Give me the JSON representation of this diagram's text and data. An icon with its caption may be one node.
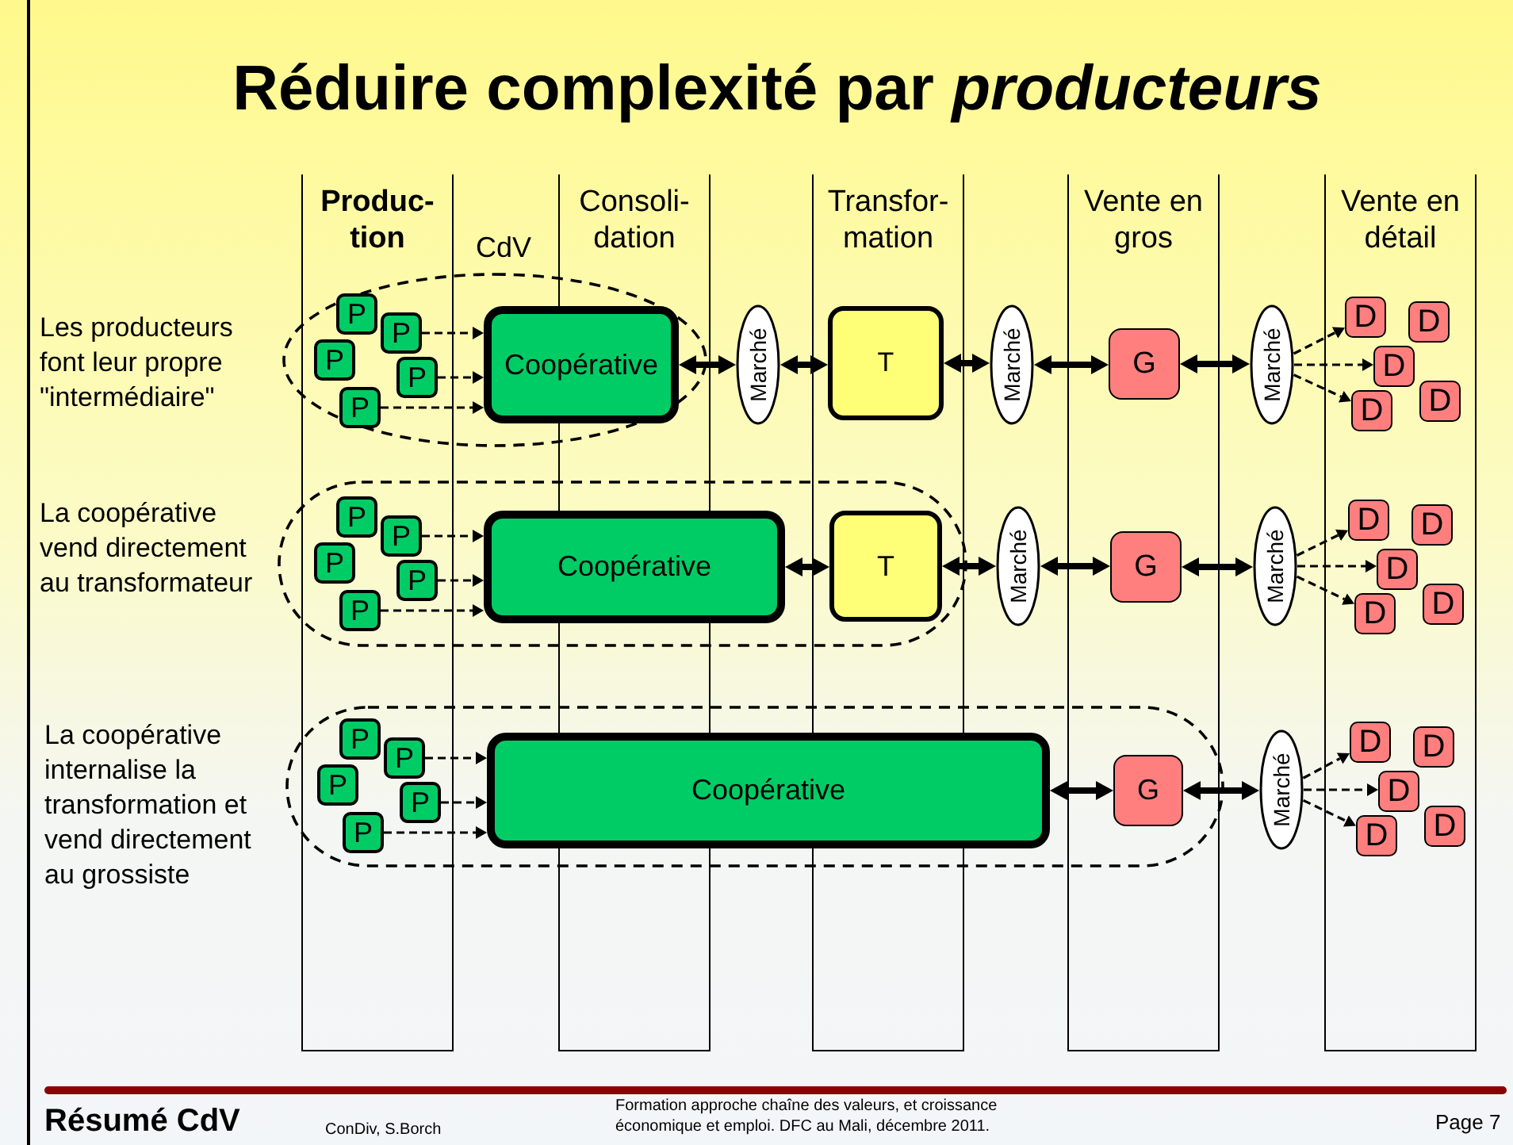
{
  "diagram": {
    "title": "Réduire complexité par *producteurs*",
    "nodes": [
      {
        "text": [
          "CdV"
        ]
      },
      {
        "text": [
          "P"
        ],
        "in": 0
      },
      {
        "text": [
          "P"
        ],
        "in": 0
      },
      {
        "text": [
          "P"
        ],
        "in": 0
      },
      {
        "text": [
          "P"
        ],
        "in": 0
      },
      {
        "text": [
          "P"
        ],
        "in": 0
      },
      {
        "text": [
          "Coopérative"
        ],
        "in": 0
      },
      {
        "text": [
          "Marché"
        ]
      },
      {
        "text": [
          "T"
        ]
      },
      {
        "text": [
          "Marché"
        ]
      },
      {
        "text": [
          "G"
        ]
      },
      {
        "text": [
          "Marché"
        ]
      },
      {
        "text": [
          "D"
        ]
      },
      {
        "text": [
          "D"
        ]
      },
      {
        "text": [
          "D"
        ]
      },
      {
        "text": [
          "D"
        ]
      },
      {
        "text": [
          "D"
        ]
      },
      {
        "text": [],
        "shape": "outline"
      },
      {
        "text": [
          "P"
        ],
        "in": 17
      },
      {
        "text": [
          "P"
        ],
        "in": 17
      },
      {
        "text": [
          "P"
        ],
        "in": 17
      },
      {
        "text": [
          "P"
        ],
        "in": 17
      },
      {
        "text": [
          "P"
        ],
        "in": 17
      },
      {
        "text": [
          "Coopérative"
        ],
        "in": 17
      },
      {
        "text": [
          "T"
        ],
        "in": 17
      },
      {
        "text": [
          "Marché"
        ]
      },
      {
        "text": [
          "G"
        ]
      },
      {
        "text": [
          "Marché"
        ]
      },
      {
        "text": [
          "D"
        ]
      },
      {
        "text": [
          "D"
        ]
      },
      {
        "text": [
          "D"
        ]
      },
      {
        "text": [
          "D"
        ]
      },
      {
        "text": [
          "D"
        ]
      },
      {
        "text": [],
        "shape": "outline"
      },
      {
        "text": [
          "P"
        ],
        "in": 33
      },
      {
        "text": [
          "P"
        ],
        "in": 33
      },
      {
        "text": [
          "P"
        ],
        "in": 33
      },
      {
        "text": [
          "P"
        ],
        "in": 33
      },
      {
        "text": [
          "P"
        ],
        "in": 33
      },
      {
        "text": [
          "Coopérative"
        ],
        "in": 33
      },
      {
        "text": [
          "G"
        ],
        "in": 33
      },
      {
        "text": [
          "Marché"
        ]
      },
      {
        "text": [
          "D"
        ]
      },
      {
        "text": [
          "D"
        ]
      },
      {
        "text": [
          "D"
        ]
      },
      {
        "text": [
          "D"
        ]
      },
      {
        "text": [
          "D"
        ]
      }
    ],
    "edges": [
      {
        "from": 2,
        "to": 6,
        "arrow": "to",
        "style": "dashed"
      },
      {
        "from": 4,
        "to": 6,
        "arrow": "to",
        "style": "dashed"
      },
      {
        "from": 5,
        "to": 6,
        "arrow": "to",
        "style": "dashed"
      },
      {
        "from": 6,
        "to": 7,
        "arrow": "both",
        "style": "thick"
      },
      {
        "from": 7,
        "to": 8,
        "arrow": "both",
        "style": "thick"
      },
      {
        "from": 8,
        "to": 9,
        "arrow": "both",
        "style": "thick"
      },
      {
        "from": 9,
        "to": 10,
        "arrow": "both",
        "style": "thick"
      },
      {
        "from": 10,
        "to": 11,
        "arrow": "both",
        "style": "thick"
      },
      {
        "from": 11,
        "to": 12,
        "arrow": "to",
        "style": "dashed"
      },
      {
        "from": 11,
        "to": 14,
        "arrow": "to",
        "style": "dashed"
      },
      {
        "from": 11,
        "to": 15,
        "arrow": "to",
        "style": "dashed"
      },
      {
        "from": 19,
        "to": 23,
        "arrow": "to",
        "style": "dashed"
      },
      {
        "from": 21,
        "to": 23,
        "arrow": "to",
        "style": "dashed"
      },
      {
        "from": 22,
        "to": 23,
        "arrow": "to",
        "style": "dashed"
      },
      {
        "from": 23,
        "to": 24,
        "arrow": "both",
        "style": "thick"
      },
      {
        "from": 24,
        "to": 25,
        "arrow": "both",
        "style": "thick"
      },
      {
        "from": 25,
        "to": 26,
        "arrow": "both",
        "style": "thick"
      },
      {
        "from": 26,
        "to": 27,
        "arrow": "both",
        "style": "thick"
      },
      {
        "from": 27,
        "to": 28,
        "arrow": "to",
        "style": "dashed"
      },
      {
        "from": 27,
        "to": 30,
        "arrow": "to",
        "style": "dashed"
      },
      {
        "from": 27,
        "to": 31,
        "arrow": "to",
        "style": "dashed"
      },
      {
        "from": 35,
        "to": 39,
        "arrow": "to",
        "style": "dashed"
      },
      {
        "from": 37,
        "to": 39,
        "arrow": "to",
        "style": "dashed"
      },
      {
        "from": 38,
        "to": 39,
        "arrow": "to",
        "style": "dashed"
      },
      {
        "from": 39,
        "to": 40,
        "arrow": "both",
        "style": "thick"
      },
      {
        "from": 40,
        "to": 41,
        "arrow": "both",
        "style": "thick"
      },
      {
        "from": 41,
        "to": 42,
        "arrow": "to",
        "style": "dashed"
      },
      {
        "from": 41,
        "to": 44,
        "arrow": "to",
        "style": "dashed"
      },
      {
        "from": 41,
        "to": 45,
        "arrow": "to",
        "style": "dashed"
      }
    ],
    "labels": [
      "Produc- tion",
      "Consoli- dation",
      "Transfor- mation",
      "Vente en gros",
      "Vente en détail",
      "Les producteurs font leur propre \"intermédiaire\"",
      "La coopérative vend directement au transformateur",
      "La coopérative internalise la transformation et vend directement au grossiste",
      "Résumé CdV",
      "ConDiv, S.Borch",
      "Formation approche chaîne des valeurs, et croissance économique et emploi. DFC au Mali, décembre 2011.",
      "Page 7"
    ]
  }
}
